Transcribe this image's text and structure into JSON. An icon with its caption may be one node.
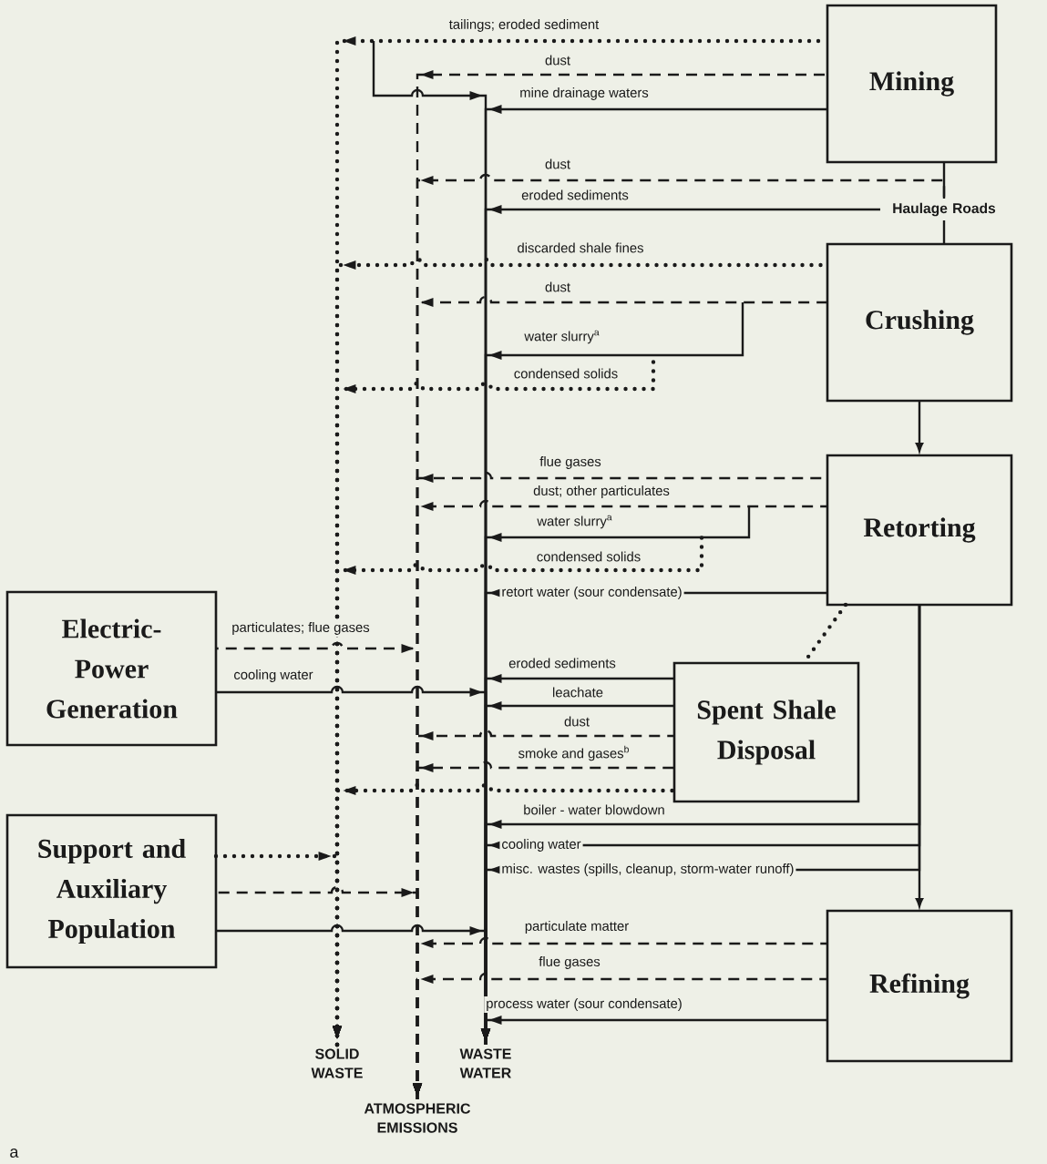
{
  "diagram": {
    "nodes": [
      {
        "text": [
          "Mining"
        ]
      },
      {
        "text": [
          "Haulage Roads"
        ]
      },
      {
        "text": [
          "Crushing"
        ]
      },
      {
        "text": [
          "Retorting"
        ]
      },
      {
        "text": [
          "Electric-Power Generation"
        ]
      },
      {
        "text": [
          "Spent Shale Disposal"
        ]
      },
      {
        "text": [
          "Support and Auxiliary Population"
        ]
      },
      {
        "text": [
          "Refining"
        ]
      },
      {
        "text": [
          "SOLID WASTE"
        ]
      },
      {
        "text": [
          "WASTE WATER"
        ]
      },
      {
        "text": [
          "ATMOSPHERIC EMISSIONS"
        ]
      }
    ],
    "edges": [
      {
        "from": 0,
        "to": 8,
        "arrow": "to",
        "style": "dashed",
        "label": "tailings; eroded sediment"
      },
      {
        "from": 0,
        "to": 10,
        "arrow": "to",
        "style": "dashed",
        "label": "dust"
      },
      {
        "from": 0,
        "to": 9,
        "arrow": "to"
      },
      {
        "from": 0,
        "to": 9,
        "arrow": "to",
        "label": "mine drainage waters"
      },
      {
        "from": 0,
        "to": 1,
        "arrow": "none"
      },
      {
        "from": 1,
        "to": 10,
        "arrow": "to",
        "style": "dashed",
        "label": "dust"
      },
      {
        "from": 1,
        "to": 9,
        "arrow": "to",
        "label": "eroded sediments"
      },
      {
        "from": 1,
        "to": 2,
        "arrow": "none"
      },
      {
        "from": 2,
        "to": 8,
        "arrow": "to",
        "style": "dashed",
        "label": "discarded shale fines"
      },
      {
        "from": 2,
        "to": 10,
        "arrow": "to",
        "style": "dashed",
        "label": "dust"
      },
      {
        "from": 2,
        "to": 9,
        "arrow": "to",
        "label": "water slurry$^{a}$"
      },
      {
        "from": 2,
        "to": 8,
        "arrow": "to",
        "style": "dashed",
        "label": "condensed solids"
      },
      {
        "from": 2,
        "to": 3,
        "arrow": "to"
      },
      {
        "from": 3,
        "to": 10,
        "arrow": "to",
        "style": "dashed",
        "label": "flue gases"
      },
      {
        "from": 3,
        "to": 10,
        "arrow": "to",
        "style": "dashed",
        "label": "dust; other particulates"
      },
      {
        "from": 3,
        "to": 9,
        "arrow": "to",
        "label": "water slurry$^{a}$"
      },
      {
        "from": 3,
        "to": 8,
        "arrow": "to",
        "style": "dashed",
        "label": "condensed solids"
      },
      {
        "from": 3,
        "to": 9,
        "arrow": "to",
        "label": "retort water (sour condensate)"
      },
      {
        "from": 3,
        "to": 5,
        "arrow": "none",
        "style": "dashed"
      },
      {
        "from": 3,
        "to": 7,
        "arrow": "to"
      },
      {
        "from": 4,
        "to": 10,
        "arrow": "to",
        "style": "dashed",
        "label": "particulates; flue gases"
      },
      {
        "from": 4,
        "to": 9,
        "arrow": "to",
        "label": "cooling water"
      },
      {
        "from": 5,
        "to": 9,
        "arrow": "to",
        "label": "eroded sediments"
      },
      {
        "from": 5,
        "to": 9,
        "arrow": "to",
        "label": "leachate"
      },
      {
        "from": 5,
        "to": 10,
        "arrow": "to",
        "style": "dashed",
        "label": "dust"
      },
      {
        "from": 5,
        "to": 10,
        "arrow": "to",
        "style": "dashed",
        "label": "smoke and gases$^{b}$"
      },
      {
        "from": 5,
        "to": 8,
        "arrow": "to",
        "style": "dashed"
      },
      {
        "from": 3,
        "to": 9,
        "arrow": "to",
        "label": "boiler - water blowdown"
      },
      {
        "from": 3,
        "to": 9,
        "arrow": "to",
        "label": "cooling water"
      },
      {
        "from": 3,
        "to": 9,
        "arrow": "to",
        "label": "misc. wastes (spills, cleanup, storm-water runoff)"
      },
      {
        "from": 6,
        "to": 8,
        "arrow": "to",
        "style": "dashed"
      },
      {
        "from": 6,
        "to": 10,
        "arrow": "to",
        "style": "dashed"
      },
      {
        "from": 6,
        "to": 9,
        "arrow": "to"
      },
      {
        "from": 7,
        "to": 10,
        "arrow": "to",
        "style": "dashed",
        "label": "particulate matter"
      },
      {
        "from": 7,
        "to": 10,
        "arrow": "to",
        "style": "dashed",
        "label": "flue gases"
      },
      {
        "from": 7,
        "to": 9,
        "arrow": "to",
        "label": "process water (sour condensate)"
      }
    ],
    "labels": [
      "a"
    ]
  }
}
